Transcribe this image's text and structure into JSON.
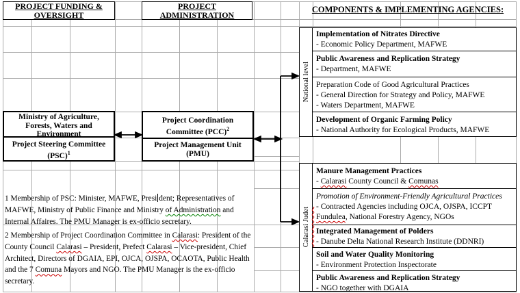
{
  "headers": {
    "funding": {
      "line1": "PROJECT FUNDING &",
      "line2": "OVERSIGHT"
    },
    "administration": {
      "line1": "PROJECT",
      "line2": "ADMINISTRATION"
    },
    "components": "COMPONENTS & IMPLEMENTING AGENCIES:"
  },
  "org_boxes": {
    "ministry": {
      "line1": "Ministry of Agriculture,",
      "line2": "Forests, Waters and",
      "line3": "Environment"
    },
    "psc": {
      "line1": "Project Steering Committee",
      "line2": "(PSC)",
      "footnote_ref": "1"
    },
    "pcc": {
      "line1": "Project Coordination",
      "line2": "Committee (PCC)",
      "footnote_ref": "2"
    },
    "pmu": {
      "line1": "Project Management Unit",
      "line2": "(PMU)"
    }
  },
  "national": {
    "label": "National level",
    "boxes": [
      {
        "title": "Implementation of Nitrates Directive",
        "line1": "- Economic Policy Department, MAFWE"
      },
      {
        "title": "Public Awareness and Replication Strategy",
        "line1": "- Department, MAFWE"
      },
      {
        "title": "Preparation Code of Good Agricultural Practices",
        "line1": "- General Direction for Strategy and Policy, MAFWE",
        "line2": "- Waters Department, MAFWE"
      },
      {
        "title": "Development of Organic Farming Policy",
        "line1": "- National Authority for Ecological Products, MAFWE"
      }
    ]
  },
  "calarasi": {
    "label": "Calarasi Judet",
    "boxes": [
      {
        "title": "Manure Management Practices",
        "p1": "- ",
        "p2": "Calarasi",
        "p3": " County Council & ",
        "p4": "Comunas"
      },
      {
        "title": "Promotion of Environment-Friendly Agricultural Practices",
        "p1": "- Contracted Agencies including OJCA, OJSPA, ICCPT ",
        "p2": "Fundulea",
        "p3": ", National Forestry Agency, NGOs"
      },
      {
        "title": "Integrated Management of Polders",
        "line1": "- Danube Delta National Research Institute (DDNRI)"
      },
      {
        "title": "Soil and Water Quality Monitoring",
        "line1": "- Environment Protection Inspectorate"
      },
      {
        "title": "Public Awareness and Replication Strategy",
        "line1": "- NGO together with DGAIA"
      }
    ]
  },
  "footnotes": {
    "note1": {
      "p1": "1 Membership of PSC: Minister, MAFWE, Presi",
      "p2": "dent; Representatives of MAFWE, Ministry of Public Finance and Ministry ",
      "p3": "of Administration",
      "p4": " and Internal Affaires. The PMU Manager is ex-officio secretary."
    },
    "note2": {
      "p1": "2 Membership of Project Coordination Committee in ",
      "p2": "Calarasi",
      "p3": ": President of the County Council ",
      "p4": "Calarasi",
      "p5": " – President, Prefect ",
      "p6": "Calarasi",
      "p7": " – Vice-president, Chief Architect, Directors of DGAIA, EPI, OJCA, OJSPA, OCAOTA, Public Health and the 7 ",
      "p8": "Comuna",
      "p9": " Mayors and NGO. The PMU Manager is the ex-officio secretary."
    }
  },
  "colors": {
    "spell_error": "#cc0000",
    "grammar_error": "#008000",
    "grid_line": "#aaaaaa",
    "line_color": "#000000"
  }
}
